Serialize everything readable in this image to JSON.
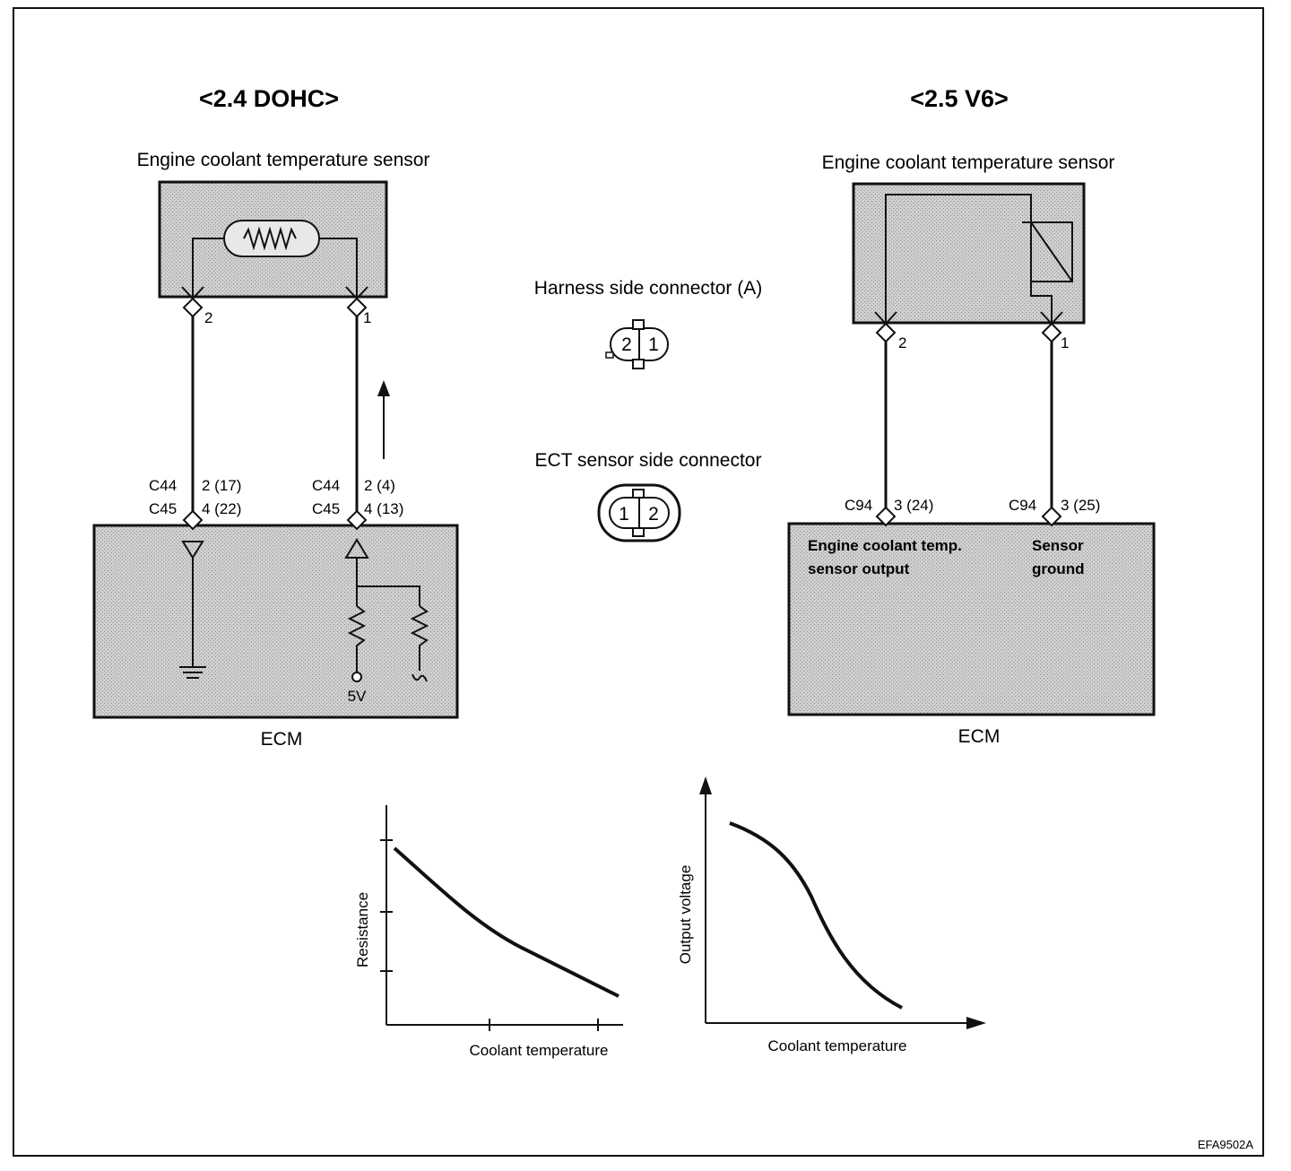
{
  "left": {
    "title": "<2.4 DOHC>",
    "sensor_label": "Engine coolant temperature sensor",
    "pin_left": "2",
    "pin_right": "1",
    "conn_left_top_id": "C44",
    "conn_left_top_pin": "2 (17)",
    "conn_left_bot_id": "C45",
    "conn_left_bot_pin": "4 (22)",
    "conn_right_top_id": "C44",
    "conn_right_top_pin": "2 (4)",
    "conn_right_bot_id": "C45",
    "conn_right_bot_pin": "4 (13)",
    "supply_label": "5V",
    "ecm_label": "ECM"
  },
  "middle": {
    "harness_label": "Harness side connector (A)",
    "harness_pins": [
      "2",
      "1"
    ],
    "sensor_connector_label": "ECT sensor side connector",
    "sensor_connector_pins": [
      "1",
      "2"
    ]
  },
  "right": {
    "title": "<2.5 V6>",
    "sensor_label": "Engine coolant temperature sensor",
    "pin_left": "2",
    "pin_right": "1",
    "conn_left_id": "C94",
    "conn_left_pin": "3 (24)",
    "conn_right_id": "C94",
    "conn_right_pin": "3 (25)",
    "ecm_text_left_1": "Engine coolant temp.",
    "ecm_text_left_2": "sensor output",
    "ecm_text_right_1": "Sensor",
    "ecm_text_right_2": "ground",
    "ecm_label": "ECM"
  },
  "graph_resistance": {
    "xlabel": "Coolant temperature",
    "ylabel": "Resistance"
  },
  "graph_voltage": {
    "xlabel": "Coolant temperature",
    "ylabel": "Output voltage"
  },
  "figure_code": "EFA9502A"
}
